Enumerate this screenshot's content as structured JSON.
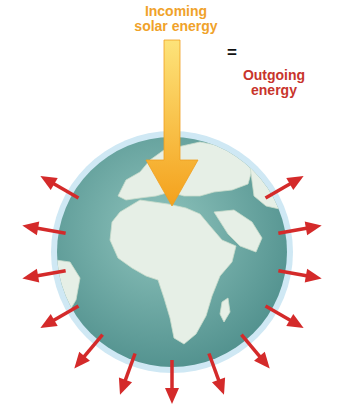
{
  "diagram": {
    "labels": [
      "Incoming solar energy",
      "=",
      "Outgoing energy"
    ]
  }
}
